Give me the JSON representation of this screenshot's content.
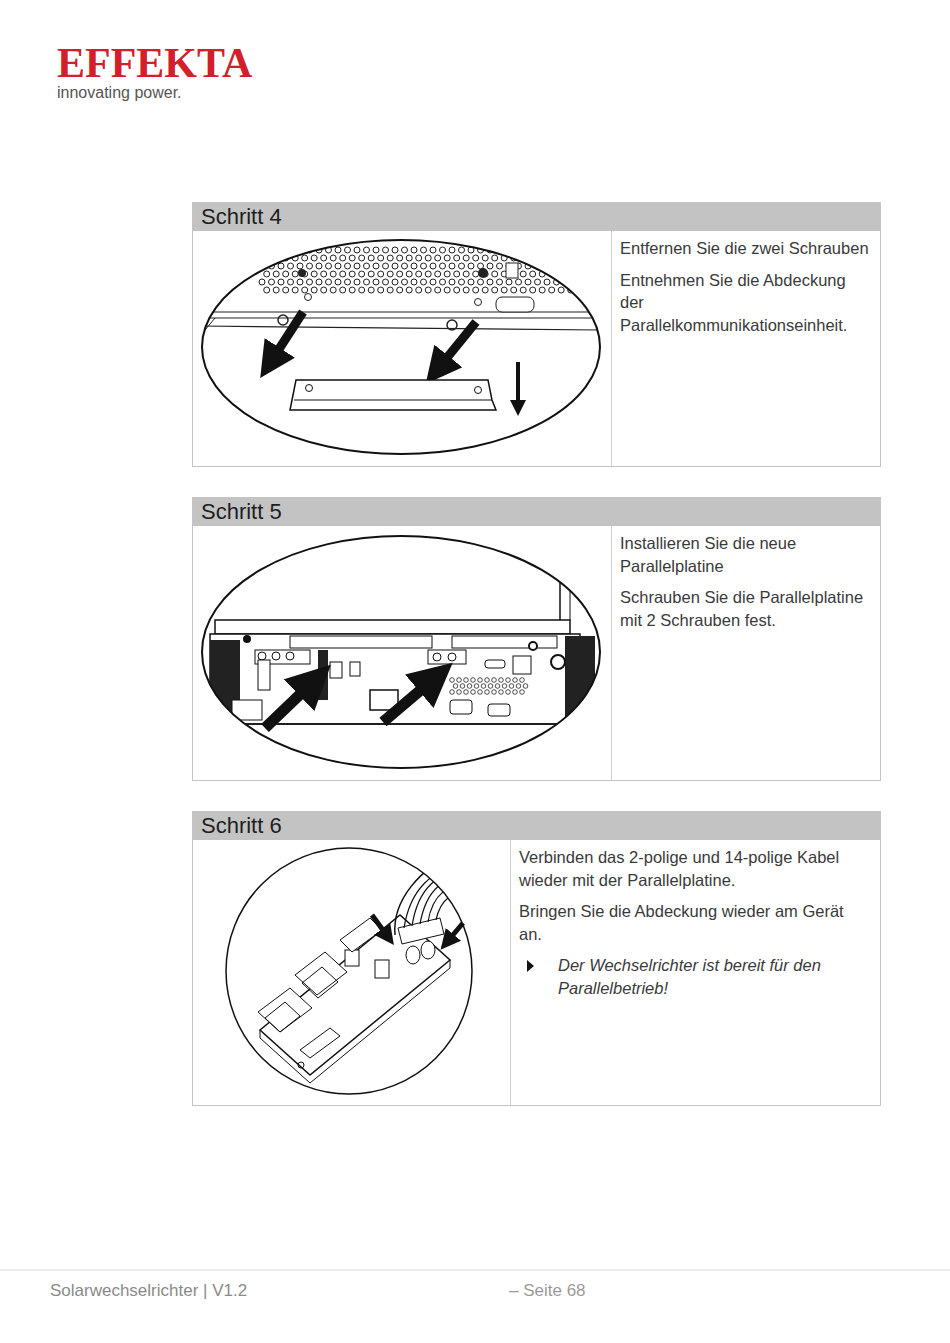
{
  "diagram": {
    "nodes": [
      {
        "text": [
          "Schritt 4",
          "Entfernen Sie die zwei Schrauben",
          "Entnehmen Sie die Abdeckung der Parallelkommunikationseinheit."
        ]
      },
      {
        "text": [
          "Schritt 5",
          "Installieren Sie die neue Parallelplatine",
          "Schrauben Sie die Parallelplatine mit 2 Schrauben fest."
        ]
      },
      {
        "text": [
          "Schritt 6",
          "Verbinden das 2-polige und 14-polige Kabel wieder mit der Parallelplatine.",
          "Bringen Sie die Abdeckung wieder am Gerät an.",
          "Der Wechselrichter ist bereit für den Parallelbetrieb!"
        ]
      }
    ],
    "labels": [
      "EFFEKTA",
      "innovating power.",
      "Solarwechselrichter | V1.2",
      "– Seite 68"
    ]
  }
}
